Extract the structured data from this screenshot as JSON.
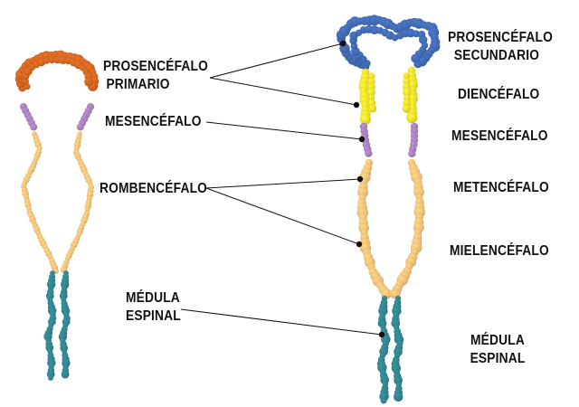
{
  "colors": {
    "prosencephalon": "#c9611f",
    "telencephalon": "#3f66ad",
    "diencephalon": "#e4d42b",
    "mesencephalon": "#a07bb4",
    "rhombencephalon": "#e7b872",
    "spinal_cord": "#2f7d88",
    "leader_line": "#111111"
  },
  "labels": {
    "primary_forebrain": {
      "line1": "PROSENCÉFALO",
      "line2": "PRIMARIO"
    },
    "midbrain_primary": "MESENCÉFALO",
    "hindbrain": "ROMBENCÉFALO",
    "spinal_cord_primary": {
      "line1": "MÉDULA",
      "line2": "ESPINAL"
    },
    "secondary_forebrain": {
      "line1": "PROSENCÉFALO",
      "line2": "SECUNDARIO"
    },
    "diencephalon": "DIENCÉFALO",
    "midbrain_secondary": "MESENCÉFALO",
    "metencephalon": "METENCÉFALO",
    "myelencephalon": "MIELENCÉFALO",
    "spinal_cord_secondary": {
      "line1": "MÉDULA",
      "line2": "ESPINAL"
    }
  }
}
